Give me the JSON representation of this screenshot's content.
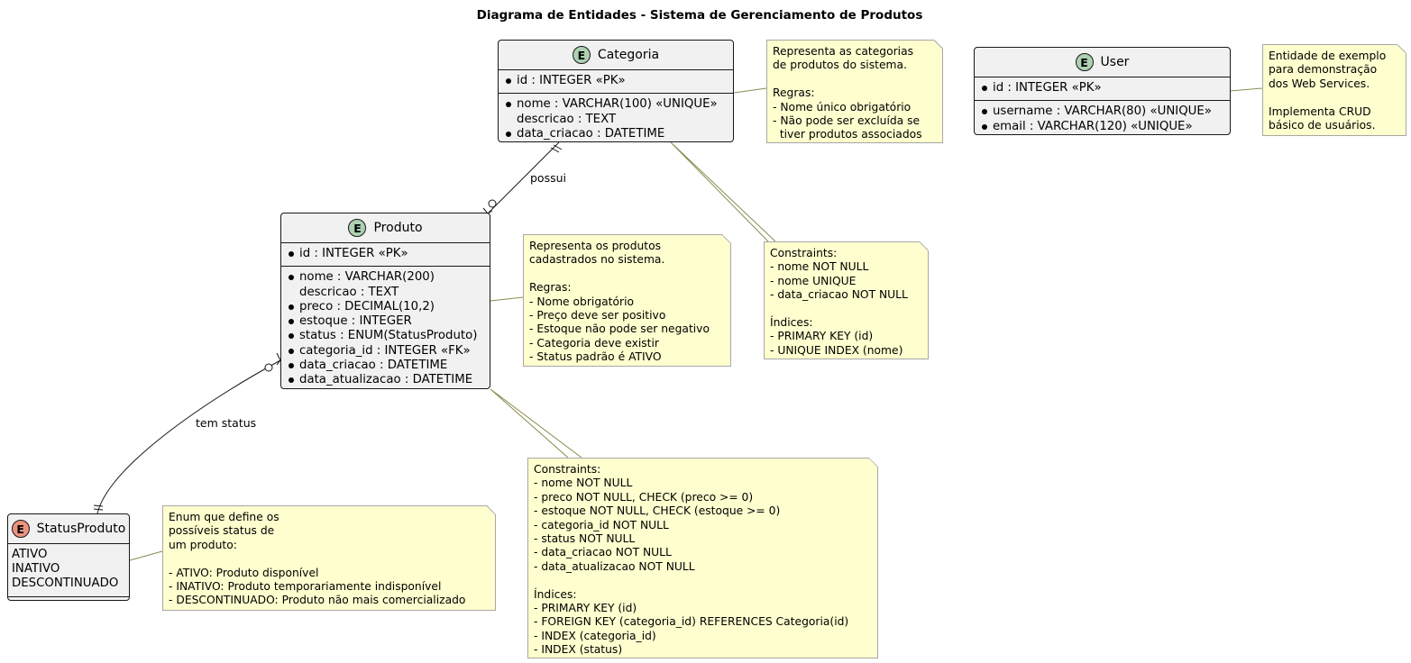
{
  "title": "Diagrama de Entidades - Sistema de Gerenciamento de Produtos",
  "entities": {
    "categoria": {
      "name": "Categoria",
      "badge": "E",
      "pk": [
        "id : INTEGER «PK»"
      ],
      "fields": [
        {
          "text": "nome : VARCHAR(100) «UNIQUE»",
          "required": true
        },
        {
          "text": "descricao : TEXT",
          "required": false
        },
        {
          "text": "data_criacao : DATETIME",
          "required": true
        }
      ]
    },
    "produto": {
      "name": "Produto",
      "badge": "E",
      "pk": [
        "id : INTEGER «PK»"
      ],
      "fields": [
        {
          "text": "nome : VARCHAR(200)",
          "required": true
        },
        {
          "text": "descricao : TEXT",
          "required": false
        },
        {
          "text": "preco : DECIMAL(10,2)",
          "required": true
        },
        {
          "text": "estoque : INTEGER",
          "required": true
        },
        {
          "text": "status : ENUM(StatusProduto)",
          "required": true
        },
        {
          "text": "categoria_id : INTEGER «FK»",
          "required": true
        },
        {
          "text": "data_criacao : DATETIME",
          "required": true
        },
        {
          "text": "data_atualizacao : DATETIME",
          "required": true
        }
      ]
    },
    "user": {
      "name": "User",
      "badge": "E",
      "pk": [
        "id : INTEGER «PK»"
      ],
      "fields": [
        {
          "text": "username : VARCHAR(80) «UNIQUE»",
          "required": true
        },
        {
          "text": "email : VARCHAR(120) «UNIQUE»",
          "required": true
        }
      ]
    },
    "status_produto": {
      "name": "StatusProduto",
      "badge": "E",
      "values": [
        "ATIVO",
        "INATIVO",
        "DESCONTINUADO"
      ]
    }
  },
  "relations": {
    "possui": "possui",
    "tem_status": "tem status"
  },
  "notes": {
    "categoria_desc": "Representa as categorias\nde produtos do sistema.\n\nRegras:\n- Nome único obrigatório\n- Não pode ser excluída se\n  tiver produtos associados",
    "categoria_constraints": "Constraints:\n- nome NOT NULL\n- nome UNIQUE\n- data_criacao NOT NULL\n\nÍndices:\n- PRIMARY KEY (id)\n- UNIQUE INDEX (nome)",
    "user_desc": "Entidade de exemplo\npara demonstração\ndos Web Services.\n\nImplementa CRUD\nbásico de usuários.",
    "produto_desc": "Representa os produtos\ncadastrados no sistema.\n\nRegras:\n- Nome obrigatório\n- Preço deve ser positivo\n- Estoque não pode ser negativo\n- Categoria deve existir\n- Status padrão é ATIVO",
    "produto_constraints": "Constraints:\n- nome NOT NULL\n- preco NOT NULL, CHECK (preco >= 0)\n- estoque NOT NULL, CHECK (estoque >= 0)\n- categoria_id NOT NULL\n- status NOT NULL\n- data_criacao NOT NULL\n- data_atualizacao NOT NULL\n\nÍndices:\n- PRIMARY KEY (id)\n- FOREIGN KEY (categoria_id) REFERENCES Categoria(id)\n- INDEX (categoria_id)\n- INDEX (status)",
    "status_desc": "Enum que define os\npossíveis status de\num produto:\n\n- ATIVO: Produto disponível\n- INATIVO: Produto temporariamente indisponível\n- DESCONTINUADO: Produto não mais comercializado"
  },
  "colors": {
    "entity_bg": "#f1f1f1",
    "entity_badge": "#add1b2",
    "enum_badge": "#eb937f",
    "note_bg": "#fefece",
    "note_border": "#a8a8a8",
    "note_connector": "#8a8a50"
  }
}
